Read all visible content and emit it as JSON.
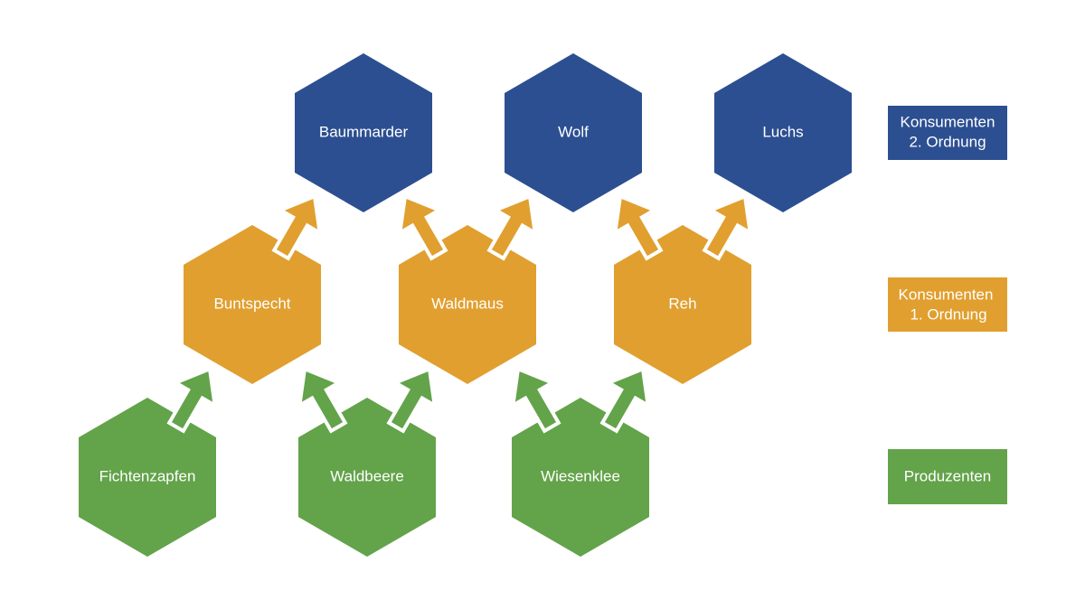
{
  "colors": {
    "level2": "#2C4F91",
    "level1": "#E09F2F",
    "producer": "#63A34A"
  },
  "nodes": {
    "level2": [
      "Baummarder",
      "Wolf",
      "Luchs"
    ],
    "level1": [
      "Buntspecht",
      "Waldmaus",
      "Reh"
    ],
    "producers": [
      "Fichtenzapfen",
      "Waldbeere",
      "Wiesenklee"
    ]
  },
  "legend": {
    "level2": [
      "Konsumenten",
      "2. Ordnung"
    ],
    "level1": [
      "Konsumenten",
      "1. Ordnung"
    ],
    "producers": "Produzenten"
  }
}
